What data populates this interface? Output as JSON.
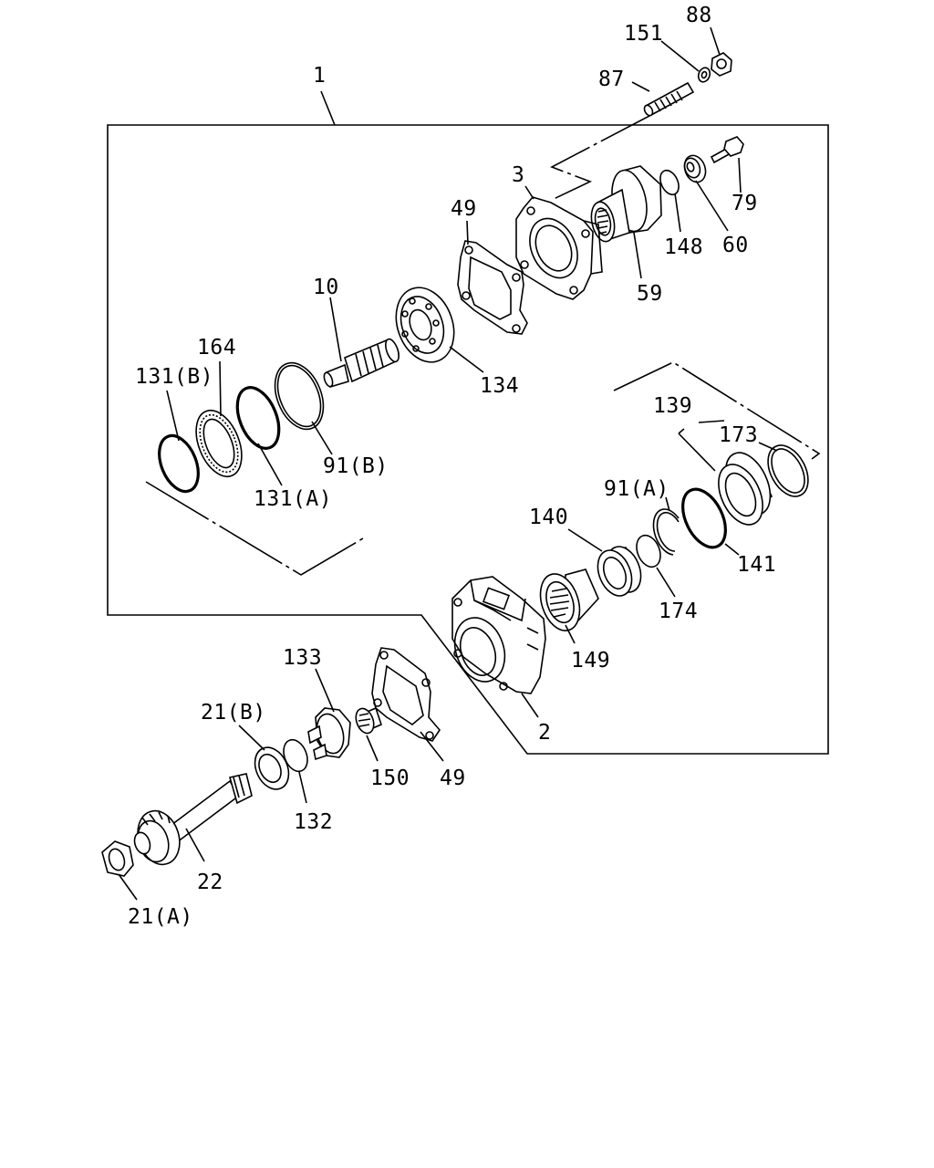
{
  "diagram_title": "",
  "colors": {
    "ink": "#000000",
    "paper": "#ffffff"
  },
  "callouts": {
    "c1": "1",
    "c2": "2",
    "c3": "3",
    "c10": "10",
    "c21a": "21(A)",
    "c21b": "21(B)",
    "c22": "22",
    "c49_upper": "49",
    "c49_lower": "49",
    "c59": "59",
    "c60": "60",
    "c79": "79",
    "c87": "87",
    "c88": "88",
    "c91a": "91(A)",
    "c91b": "91(B)",
    "c131a": "131(A)",
    "c131b": "131(B)",
    "c132": "132",
    "c133": "133",
    "c134": "134",
    "c139": "139",
    "c140": "140",
    "c141": "141",
    "c148": "148",
    "c149": "149",
    "c150": "150",
    "c151": "151",
    "c164": "164",
    "c173": "173",
    "c174": "174"
  }
}
